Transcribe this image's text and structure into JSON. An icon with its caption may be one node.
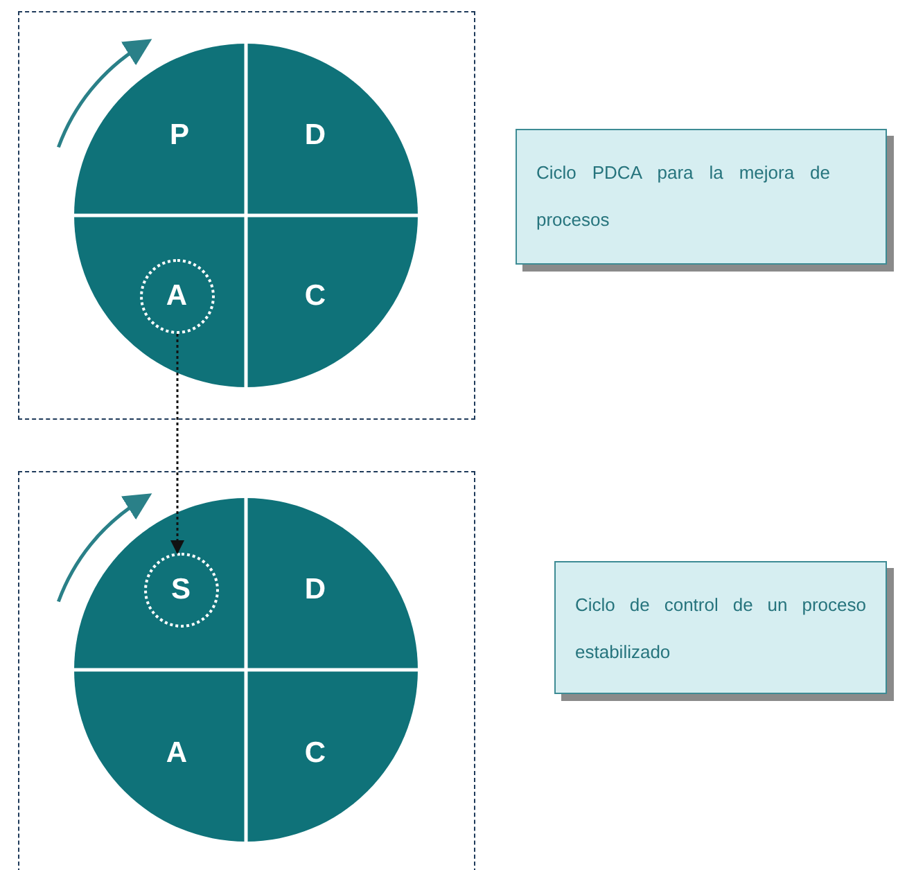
{
  "diagram": {
    "nodes": [
      {
        "text": [],
        "shape": "box"
      },
      {
        "text": [
          "P"
        ],
        "in": 0
      },
      {
        "text": [
          "D"
        ],
        "in": 0
      },
      {
        "text": [
          "A"
        ],
        "in": 0
      },
      {
        "text": [
          "C"
        ],
        "in": 0
      },
      {
        "text": [
          "Ciclo PDCA para la mejora de procesos"
        ]
      },
      {
        "text": [],
        "shape": "box"
      },
      {
        "text": [
          "S"
        ],
        "in": 6
      },
      {
        "text": [
          "D"
        ],
        "in": 6
      },
      {
        "text": [
          "A"
        ],
        "in": 6
      },
      {
        "text": [
          "C"
        ],
        "in": 6
      },
      {
        "text": [
          "Ciclo de control de un proceso estabilizado"
        ]
      }
    ],
    "edges": [
      {
        "from": 3,
        "to": 7,
        "arrow": "to",
        "style": "dashed"
      }
    ]
  }
}
